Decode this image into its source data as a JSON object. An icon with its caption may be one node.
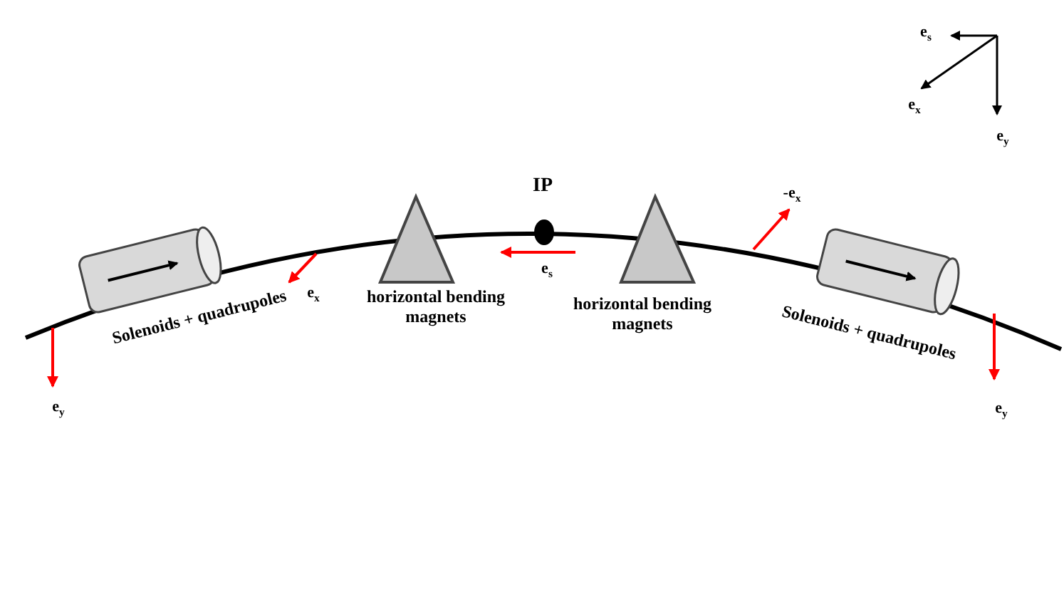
{
  "diagram": {
    "labels": [
      "e$_{s}$",
      "e$_{x}$",
      "e$_{y}$",
      "IP",
      "-e$_{x}$",
      "e$_{s}$",
      "e$_{x}$",
      "Solenoids + quadrupoles",
      "horizontal bending magnets",
      "horizontal bending magnets",
      "Solenoids + quadrupoles",
      "e$_{y}$",
      "e$_{y}$"
    ]
  }
}
